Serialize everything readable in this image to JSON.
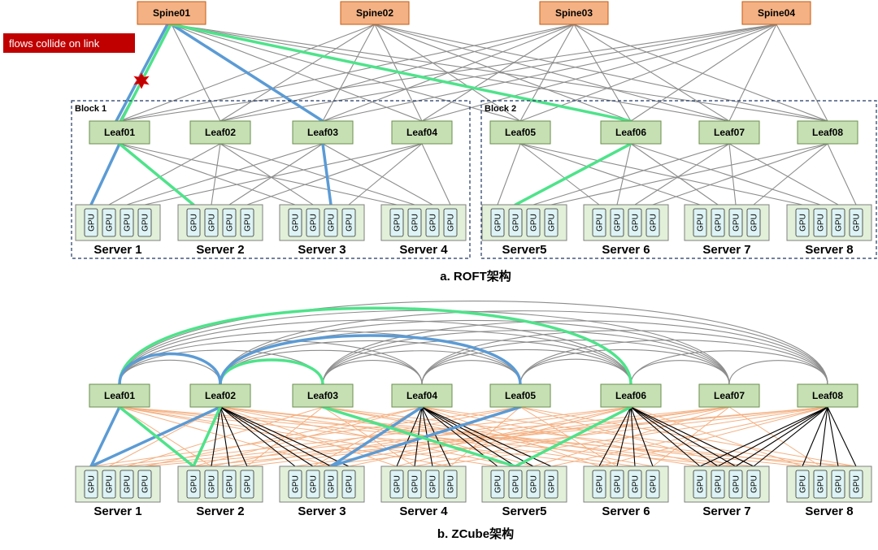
{
  "callout": "flows collide on link",
  "colors": {
    "blue_flow": "#5b9bd5",
    "green_flow": "#4ee38a",
    "gray_link": "#8c8c8c",
    "orange_link": "#f4b183",
    "black_link": "#000000",
    "gpu_blue": "#2e75b6",
    "gpu_green": "#34d178"
  },
  "gpu_label": "GPU",
  "roft": {
    "caption": "a. ROFT架构",
    "spines": [
      "Spine01",
      "Spine02",
      "Spine03",
      "Spine04"
    ],
    "blocks": [
      "Block 1",
      "Block 2"
    ],
    "leaves": [
      "Leaf01",
      "Leaf02",
      "Leaf03",
      "Leaf04",
      "Leaf05",
      "Leaf06",
      "Leaf07",
      "Leaf08"
    ],
    "servers": [
      "Server 1",
      "Server 2",
      "Server 3",
      "Server 4",
      "Server5",
      "Server 6",
      "Server 7",
      "Server 8"
    ],
    "highlighted_gpus": [
      {
        "server": 1,
        "gpu": 1,
        "color": "blue"
      },
      {
        "server": 2,
        "gpu": 1,
        "color": "green"
      },
      {
        "server": 3,
        "gpu": 3,
        "color": "blue"
      },
      {
        "server": 5,
        "gpu": 2,
        "color": "green"
      }
    ]
  },
  "zcube": {
    "caption": "b. ZCube架构",
    "leaves": [
      "Leaf01",
      "Leaf02",
      "Leaf03",
      "Leaf04",
      "Leaf05",
      "Leaf06",
      "Leaf07",
      "Leaf08"
    ],
    "servers": [
      "Server 1",
      "Server 2",
      "Server 3",
      "Server 4",
      "Server5",
      "Server 6",
      "Server 7",
      "Server 8"
    ],
    "highlighted_gpus": [
      {
        "server": 1,
        "gpu": 1,
        "color": "blue"
      },
      {
        "server": 2,
        "gpu": 1,
        "color": "green"
      },
      {
        "server": 3,
        "gpu": 3,
        "color": "blue"
      },
      {
        "server": 5,
        "gpu": 2,
        "color": "green"
      }
    ]
  }
}
